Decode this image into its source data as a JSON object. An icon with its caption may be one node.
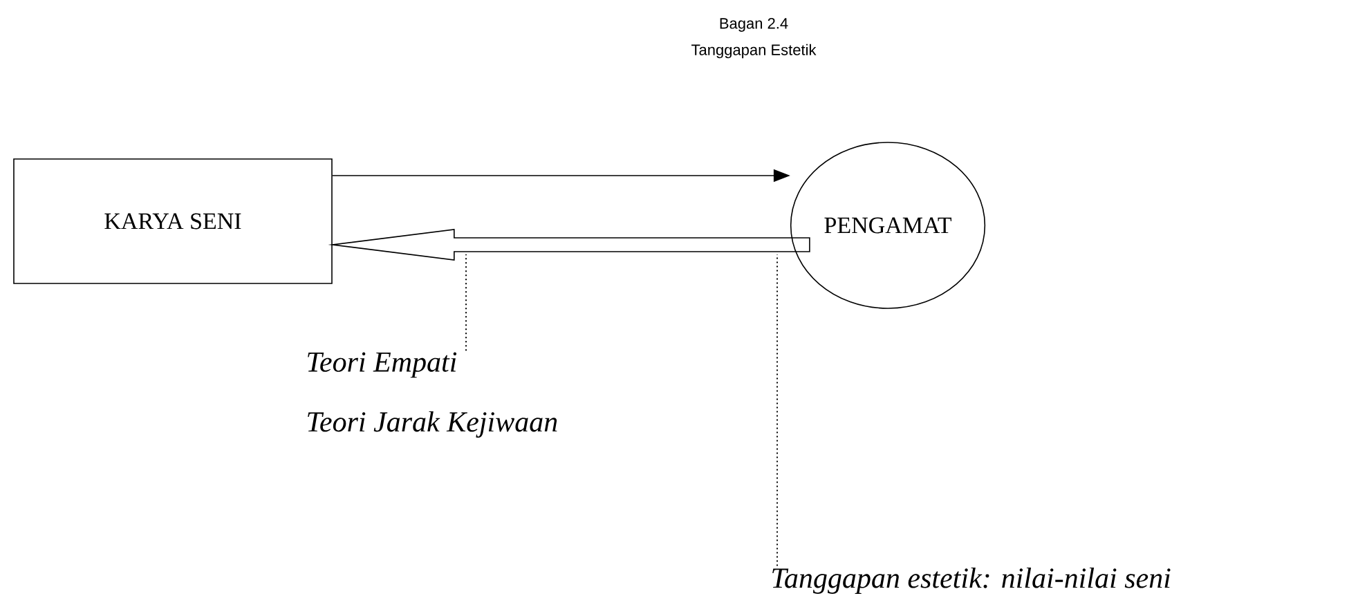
{
  "diagram": {
    "title": "Bagan 2.4",
    "caption": "Tanggapan Estetik",
    "nodes": [
      {
        "text": [
          "KARYA SENI"
        ]
      },
      {
        "text": [
          "PENGAMAT"
        ]
      },
      {
        "text": [
          "Teori Empati"
        ]
      },
      {
        "text": [
          "Tanggapan estetik: nilai-nilai seni"
        ]
      }
    ],
    "edges": [
      {
        "from": 0,
        "to": 1,
        "arrow": "to"
      },
      {
        "from": 1,
        "to": 0,
        "arrow": "to",
        "style": "thick"
      },
      {
        "from": 2,
        "to": null,
        "arrow": "none",
        "style": "dashed"
      },
      {
        "from": 3,
        "to": null,
        "arrow": "none",
        "style": "dashed"
      }
    ],
    "labels": [
      "Teori Jarak Kejiwaan"
    ]
  }
}
